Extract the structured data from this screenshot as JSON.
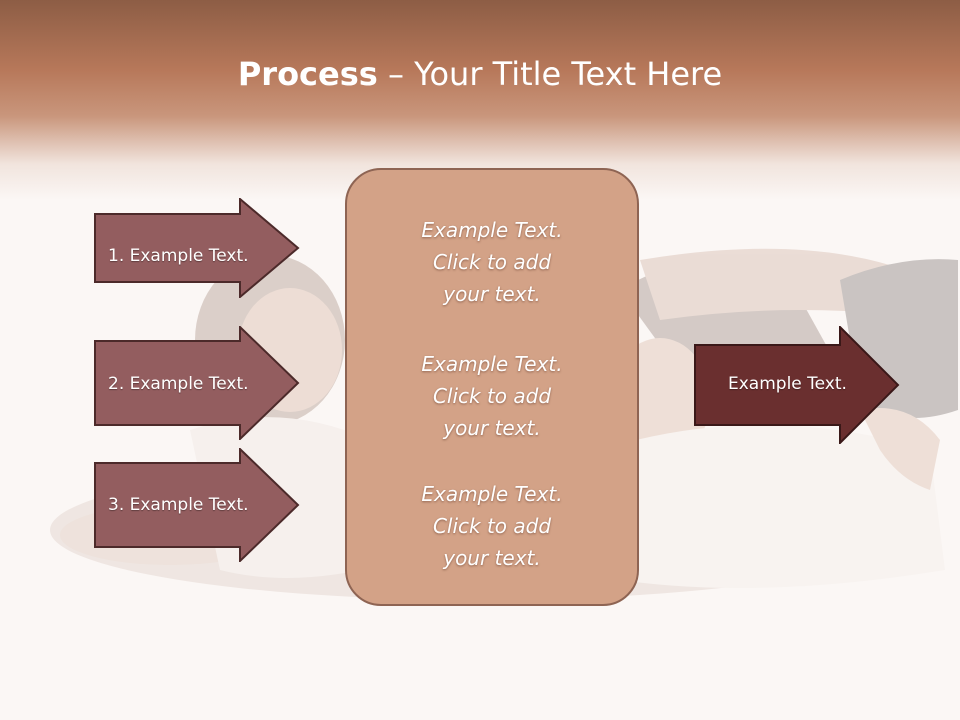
{
  "title": {
    "bold": "Process",
    "rest": " – Your Title Text Here"
  },
  "left_arrows": [
    {
      "label": "1. Example Text."
    },
    {
      "label": "2. Example Text."
    },
    {
      "label": "3. Example Text."
    }
  ],
  "center_box": {
    "blocks": [
      {
        "lines": [
          "Example Text.",
          "Click  to add",
          "your text."
        ]
      },
      {
        "lines": [
          "Example Text.",
          "Click  to add",
          "your text."
        ]
      },
      {
        "lines": [
          "Example Text.",
          "Click  to add",
          "your text."
        ]
      }
    ]
  },
  "right_arrow": {
    "label": "Example Text."
  },
  "colors": {
    "left_arrow_fill": "#935d5f",
    "right_arrow_fill": "#6a2f2f",
    "box_fill": "#d3a287",
    "box_border": "#8e6453",
    "header_band": "#b7785a"
  }
}
